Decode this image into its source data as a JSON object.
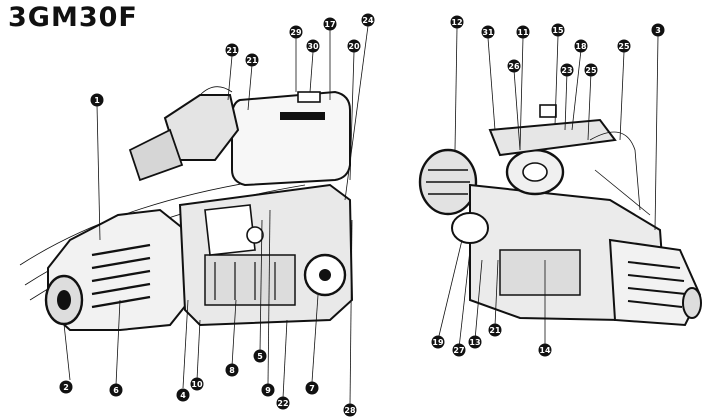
{
  "title": "3GM30F",
  "colors": {
    "ink": "#111111",
    "paper": "#ffffff"
  },
  "views": [
    {
      "name": "left-view",
      "callouts": [
        "1",
        "21",
        "21",
        "29",
        "30",
        "17",
        "20",
        "24",
        "2",
        "6",
        "4",
        "10",
        "8",
        "5",
        "9",
        "22",
        "7",
        "28"
      ]
    },
    {
      "name": "right-view",
      "callouts": [
        "12",
        "31",
        "11",
        "26",
        "15",
        "18",
        "23",
        "25",
        "25",
        "3",
        "19",
        "27",
        "13",
        "21",
        "14"
      ]
    }
  ]
}
